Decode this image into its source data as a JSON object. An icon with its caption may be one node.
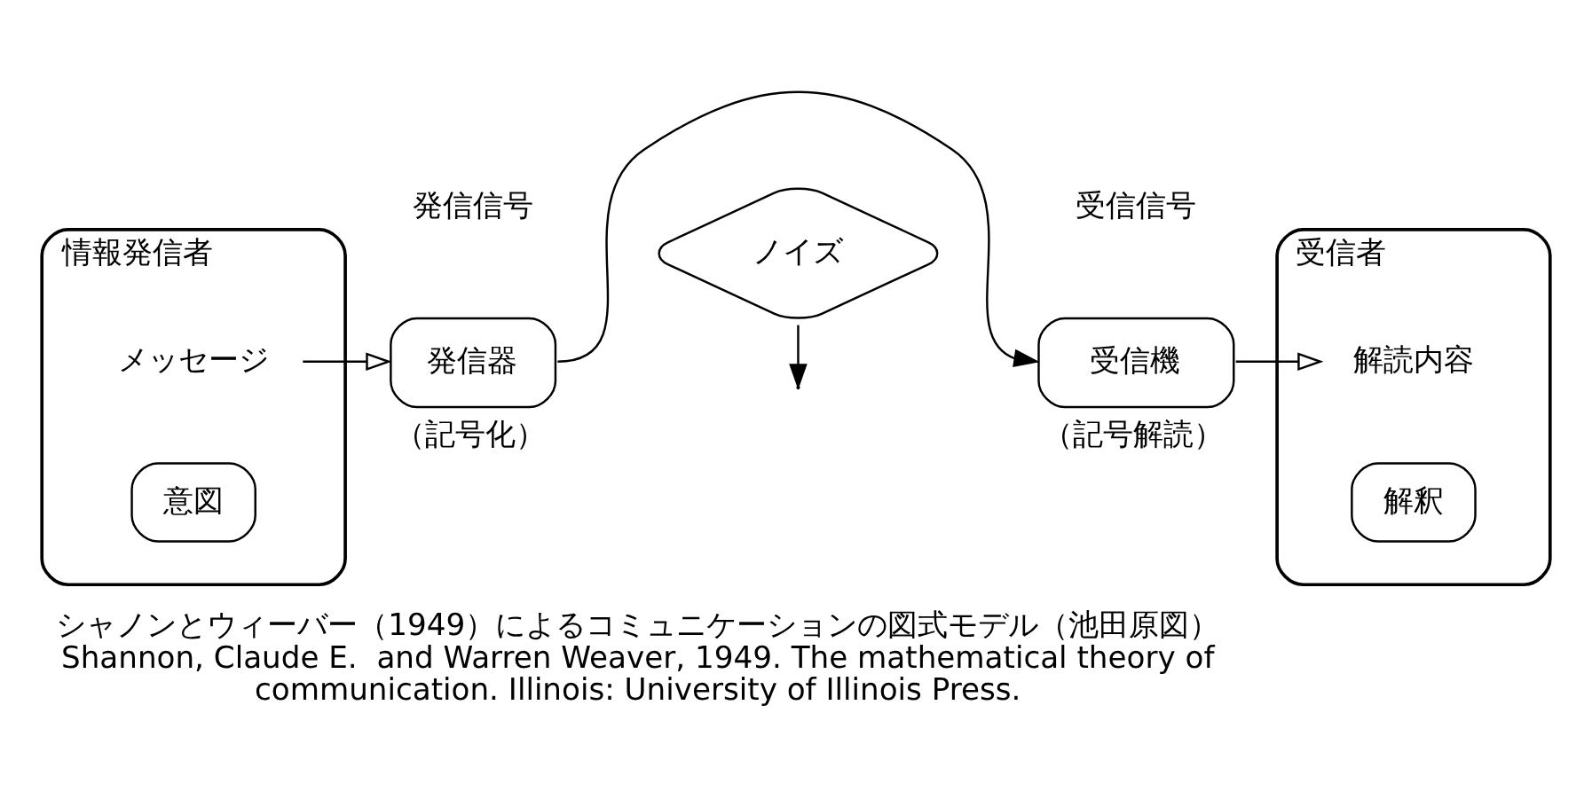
{
  "diagram": {
    "caption": "シャノンとウィーバー（1949）によるコミュニケーションの図式モデル（池田原図） Shannon, Claude E.  and Warren Weaver, 1949. The mathematical theory of communication. Illinois: University of Illinois Press.",
    "nodes": [
      {
        "text": [
          "情報発信者"
        ]
      },
      {
        "text": [
          "メッセージ"
        ],
        "in": 0
      },
      {
        "text": [
          "意図"
        ],
        "in": 0
      },
      {
        "text": [
          "発信器"
        ],
        "beside": [
          "（記号化）"
        ]
      },
      {
        "text": [
          "ノイズ"
        ]
      },
      {
        "text": [
          "受信機"
        ],
        "beside": [
          "（記号解読）"
        ]
      },
      {
        "text": [
          "受信者"
        ]
      },
      {
        "text": [
          "解読内容"
        ],
        "in": 6
      },
      {
        "text": [
          "解釈"
        ],
        "in": 6
      }
    ],
    "edges": [
      {
        "from": 1,
        "to": 3,
        "arrow": "to"
      },
      {
        "from": 3,
        "to": 5,
        "arrow": "to"
      },
      {
        "from": 4,
        "to": null,
        "arrow": "to"
      },
      {
        "from": 5,
        "to": 7,
        "arrow": "to"
      }
    ],
    "labels": [
      "発信信号",
      "受信信号"
    ]
  }
}
